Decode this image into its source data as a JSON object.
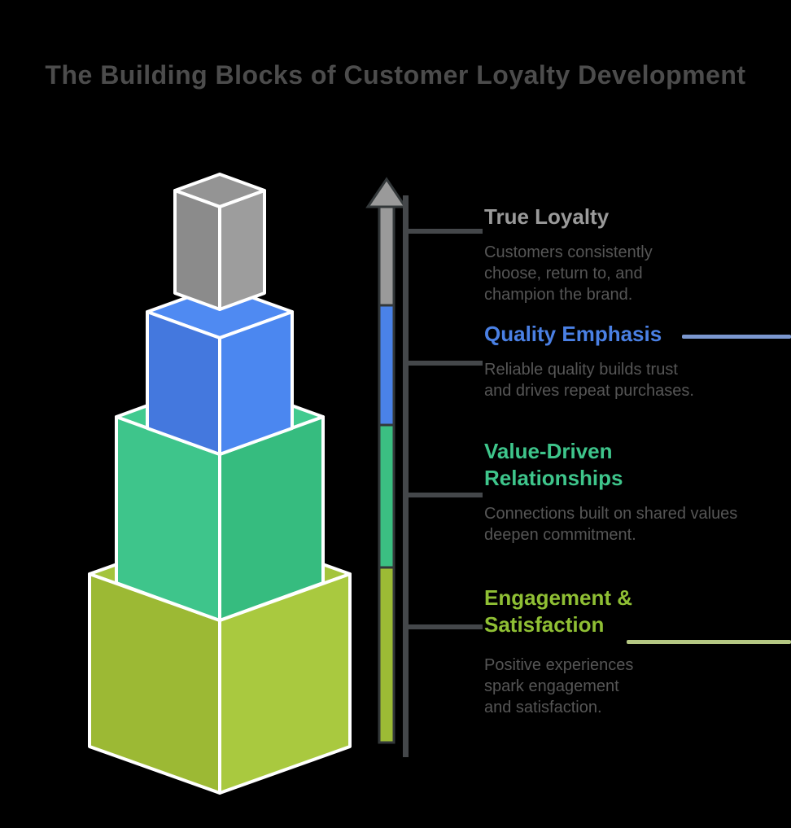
{
  "title": "The Building Blocks of Customer Loyalty Development",
  "title_color": "#4c4c4c",
  "background": "#000000",
  "axis": {
    "rule_color": "#44474a",
    "arrow_outline": "#33383a",
    "arrowhead_color": "#9a9a9a"
  },
  "levels": [
    {
      "name": "true-loyalty",
      "heading": "True Loyalty",
      "heading_color": "#9a9a9a",
      "body": "Customers consistently\nchoose, return to, and\nchampion the brand.",
      "body_color": "#565656",
      "cube": {
        "left": "#8b8b8b",
        "right": "#9d9d9d",
        "top": "#949494"
      },
      "arrow_segment": "#9a9a9a"
    },
    {
      "name": "quality-emphasis",
      "heading": "Quality Emphasis",
      "heading_color": "#4a80e4",
      "body": "Reliable quality builds trust\nand drives repeat purchases.",
      "body_color": "#565656",
      "cube": {
        "left": "#4478de",
        "right": "#4b87f0",
        "top": "#4f8af2"
      },
      "arrow_segment": "#4a82e8",
      "rule_color": "#7b97cf"
    },
    {
      "name": "value-driven-relationships",
      "heading": "Value-Driven\nRelationships",
      "heading_color": "#3ec58b",
      "body": "Connections built on shared values\ndeepen commitment.",
      "body_color": "#565656",
      "cube": {
        "left": "#3ec58b",
        "right": "#36bc7f",
        "top": "#41ca8f"
      },
      "arrow_segment": "#3bbf82"
    },
    {
      "name": "engagement-satisfaction",
      "heading": "Engagement &\nSatisfaction",
      "heading_color": "#8fbf34",
      "body": "Positive experiences\nspark engagement\nand satisfaction.",
      "body_color": "#565656",
      "cube": {
        "left": "#9cb934",
        "right": "#a9c93f",
        "top": "#a4c43c"
      },
      "arrow_segment": "#9cbb35",
      "rule_color": "#b5c883"
    }
  ]
}
